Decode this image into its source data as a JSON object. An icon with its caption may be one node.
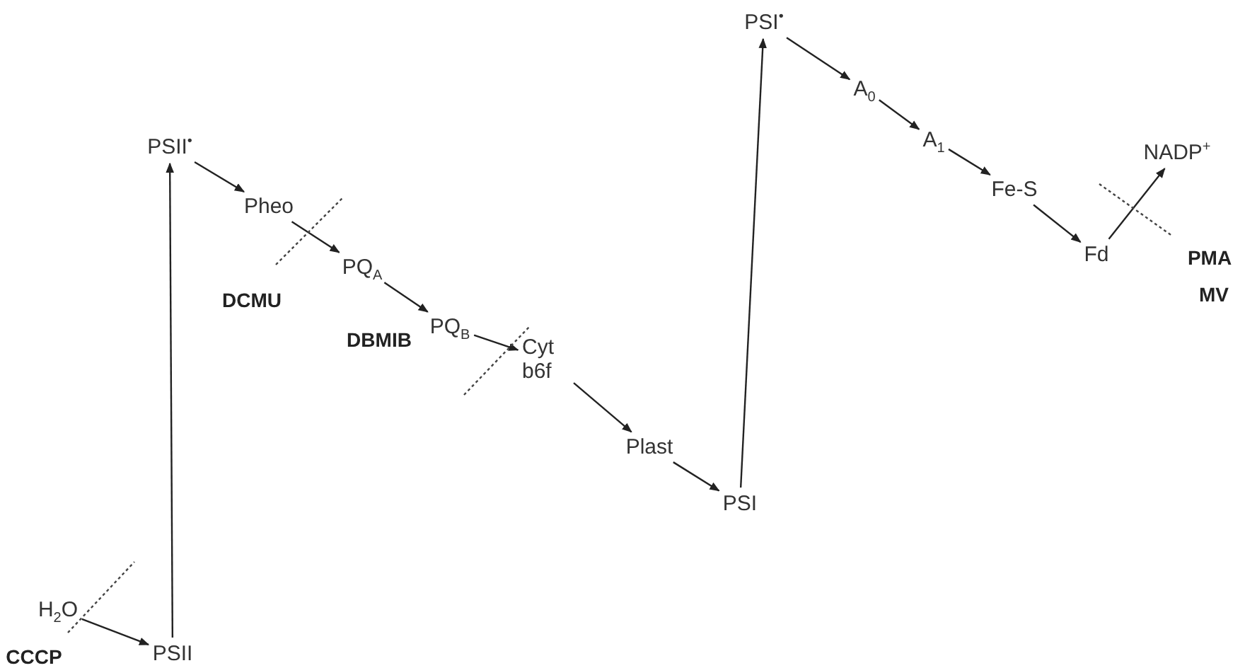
{
  "diagram": {
    "nodes": [
      {
        "text": [
          "H$_{2}$O"
        ]
      },
      {
        "text": [
          "PSII"
        ]
      },
      {
        "text": [
          "PSII$^{•}$"
        ]
      },
      {
        "text": [
          "Pheo"
        ]
      },
      {
        "text": [
          "PQ$_{A}$"
        ]
      },
      {
        "text": [
          "PQ$_{B}$"
        ]
      },
      {
        "text": [
          "Cyt b6f"
        ]
      },
      {
        "text": [
          "Plast"
        ]
      },
      {
        "text": [
          "PSI"
        ]
      },
      {
        "text": [
          "PSI$^{•}$"
        ]
      },
      {
        "text": [
          "A$_{0}$"
        ]
      },
      {
        "text": [
          "A$_{1}$"
        ]
      },
      {
        "text": [
          "Fe-S"
        ]
      },
      {
        "text": [
          "Fd"
        ]
      },
      {
        "text": [
          "NADP$^{+}$"
        ]
      }
    ],
    "edges": [
      {
        "from": 0,
        "to": 1,
        "arrow": "to"
      },
      {
        "from": 1,
        "to": 2,
        "arrow": "to"
      },
      {
        "from": 2,
        "to": 3,
        "arrow": "to"
      },
      {
        "from": 3,
        "to": 4,
        "arrow": "to"
      },
      {
        "from": 4,
        "to": 5,
        "arrow": "to"
      },
      {
        "from": 5,
        "to": 6,
        "arrow": "to"
      },
      {
        "from": 6,
        "to": 7,
        "arrow": "to"
      },
      {
        "from": 7,
        "to": 8,
        "arrow": "to"
      },
      {
        "from": 8,
        "to": 9,
        "arrow": "to"
      },
      {
        "from": 9,
        "to": 10,
        "arrow": "to"
      },
      {
        "from": 10,
        "to": 11,
        "arrow": "to"
      },
      {
        "from": 11,
        "to": 12,
        "arrow": "to"
      },
      {
        "from": 12,
        "to": 13,
        "arrow": "to"
      },
      {
        "from": 13,
        "to": 14,
        "arrow": "to"
      }
    ],
    "labels": [
      "DCMU",
      "DBMIB",
      "CCCP",
      "PMA",
      "MV"
    ]
  }
}
